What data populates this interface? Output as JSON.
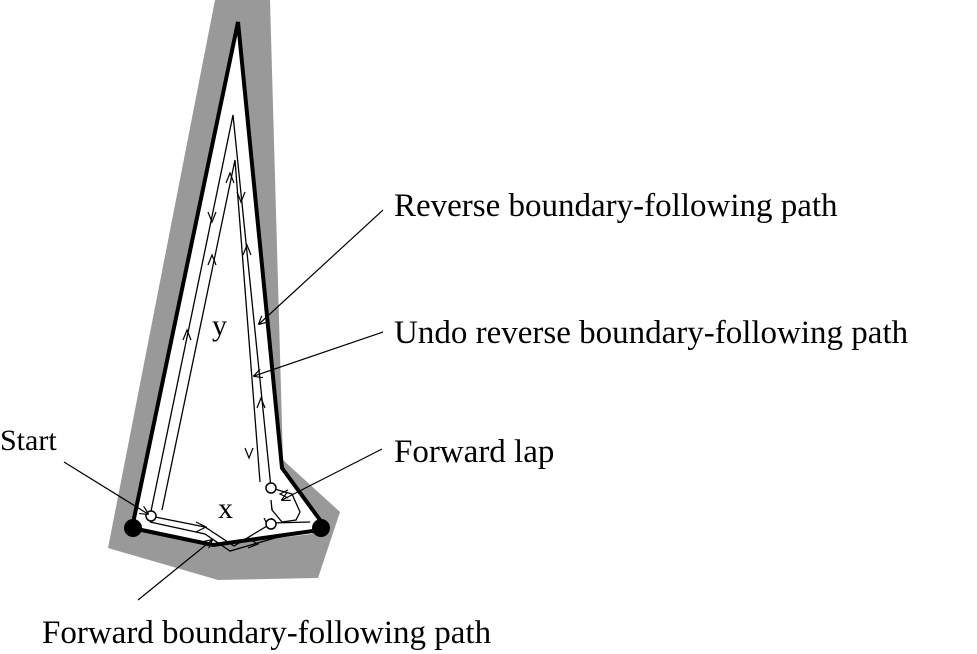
{
  "labels": {
    "reverse_path": "Reverse boundary-following path",
    "undo_reverse_path": "Undo reverse boundary-following path",
    "forward_lap": "Forward lap",
    "forward_path": "Forward boundary-following path",
    "start": "Start",
    "x": "x",
    "y": "y"
  },
  "colors": {
    "obstacle_fill": "#999999",
    "free_space": "#ffffff",
    "ink": "#000000"
  }
}
